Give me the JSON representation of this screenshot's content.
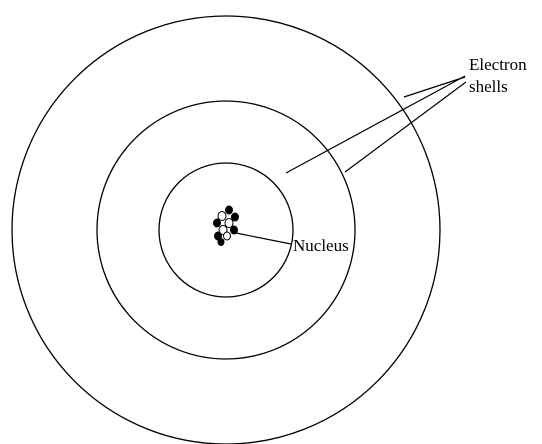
{
  "labels": {
    "electron_line1": "Electron",
    "electron_line2": "shells",
    "nucleus": "Nucleus"
  },
  "colors": {
    "stroke": "#000000",
    "background": "#ffffff"
  }
}
